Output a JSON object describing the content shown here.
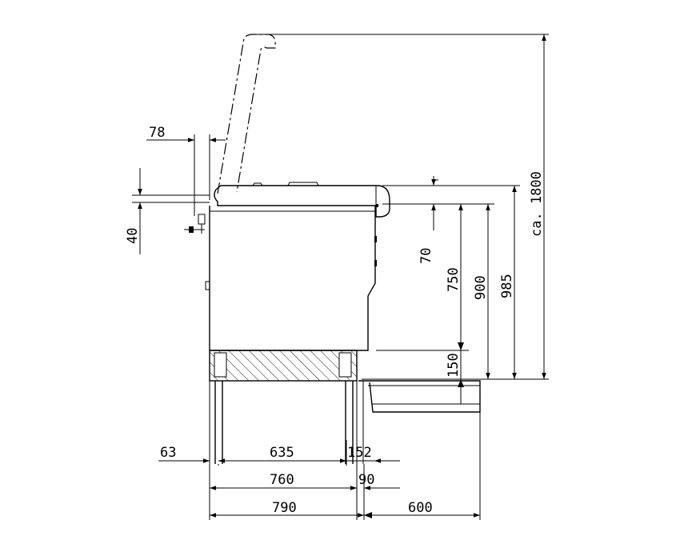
{
  "drawing": {
    "dimensions": {
      "d78": "78",
      "d40": "40",
      "d70": "70",
      "d750": "750",
      "d900": "900",
      "d985": "985",
      "d1800": "ca. 1800",
      "d150": "150",
      "d63": "63",
      "d635": "635",
      "d152": "152",
      "d760": "760",
      "d90": "90",
      "d790": "790",
      "d600": "600"
    }
  }
}
